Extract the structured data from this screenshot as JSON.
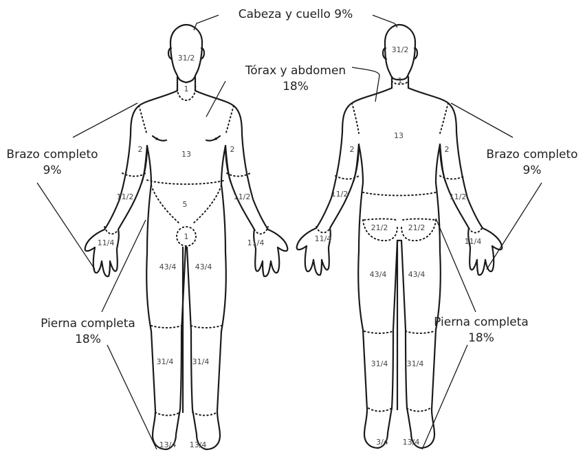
{
  "callouts": {
    "head_neck": "Cabeza y cuello 9%",
    "torso_line1": "Tórax y abdomen",
    "torso_line2": "18%",
    "arm_left_line1": "Brazo completo",
    "arm_left_line2": "9%",
    "arm_right_line1": "Brazo completo",
    "arm_right_line2": "9%",
    "leg_left_line1": "Pierna completa",
    "leg_left_line2": "18%",
    "leg_right_line1": "Pierna completa",
    "leg_right_line2": "18%"
  },
  "front": {
    "head": "31/2",
    "neck": "1",
    "chest": "13",
    "upper_arm_left": "2",
    "upper_arm_right": "2",
    "forearm_left": "11/2",
    "forearm_right": "11/2",
    "hand_left": "11/4",
    "hand_right": "11/4",
    "lower_abdomen": "5",
    "genitals": "1",
    "thigh_left": "43/4",
    "thigh_right": "43/4",
    "calf_left": "31/4",
    "calf_right": "31/4",
    "foot_left": "13/4",
    "foot_right": "13/4"
  },
  "back": {
    "head": "31/2",
    "neck": "1",
    "back": "13",
    "upper_arm_left": "2",
    "upper_arm_right": "2",
    "forearm_left": "11/2",
    "forearm_right": "11/2",
    "hand_left": "11/4",
    "hand_right": "11/4",
    "buttock_left": "21/2",
    "buttock_right": "21/2",
    "thigh_left": "43/4",
    "thigh_right": "43/4",
    "calf_left": "31/4",
    "calf_right": "31/4",
    "foot_left": "3/4",
    "foot_right": "13/4"
  }
}
